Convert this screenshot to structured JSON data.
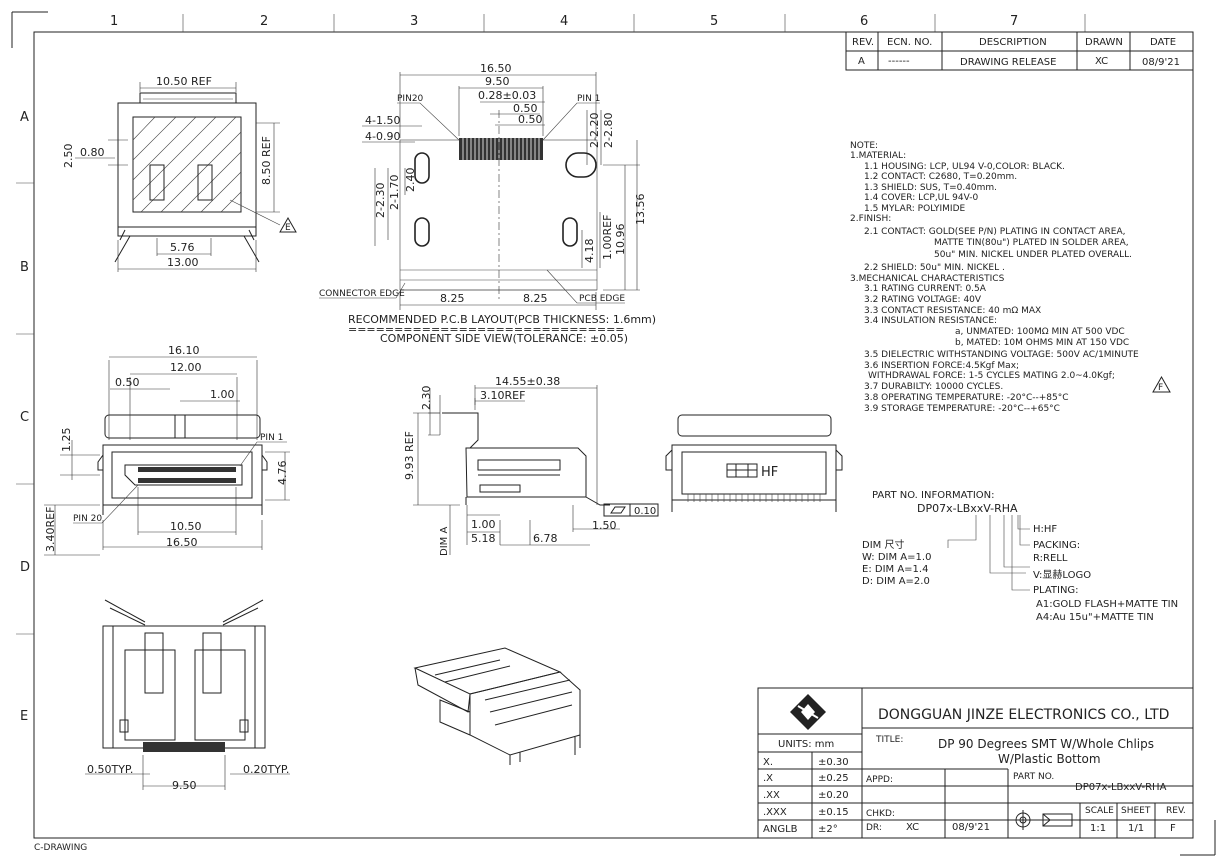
{
  "grid": {
    "top_cols": [
      "1",
      "2",
      "3",
      "4",
      "5",
      "6",
      "7"
    ],
    "rows": [
      "A",
      "B",
      "C",
      "D",
      "E"
    ]
  },
  "revision_block": {
    "headers": [
      "REV.",
      "ECN. NO.",
      "DESCRIPTION",
      "DRAWN",
      "DATE"
    ],
    "row": [
      "A",
      "------",
      "DRAWING RELEASE",
      "XC",
      "08/9'21"
    ]
  },
  "notes": [
    "NOTE:",
    "1.MATERIAL:",
    "1.1  HOUSING: LCP, UL94 V-0,COLOR: BLACK.",
    "1.2  CONTACT: C2680, T=0.20mm.",
    "1.3  SHIELD: SUS, T=0.40mm.",
    "1.4  COVER: LCP,UL 94V-0",
    "1.5  MYLAR: POLYIMIDE",
    "2.FINISH:",
    "2.1  CONTACT: GOLD(SEE P/N) PLATING IN CONTACT AREA,",
    "MATTE TIN(80u\") PLATED IN SOLDER AREA,",
    "50u\" MIN. NICKEL UNDER PLATED OVERALL.",
    "2.2  SHIELD: 50u\" MIN. NICKEL .",
    "3.MECHANICAL CHARACTERISTICS",
    "3.1  RATING CURRENT: 0.5A",
    "3.2  RATING VOLTAGE: 40V",
    "3.3  CONTACT RESISTANCE: 40 mΩ MAX",
    "3.4  INSULATION RESISTANCE:",
    "a, UNMATED: 100MΩ MIN AT 500 VDC",
    "b, MATED:    10M OHMS MIN AT 150 VDC",
    "3.5  DIELECTRIC WITHSTANDING VOLTAGE: 500V AC/1MINUTE",
    "3.6  INSERTION FORCE:4.5Kgf Max;",
    "WITHDRAWAL FORCE: 1-5 CYCLES MATING 2.0~4.0Kgf;",
    "3.7  DURABILTY: 10000 CYCLES.",
    "3.8  OPERATING TEMPERATURE: -20°C--+85°C",
    "3.9  STORAGE TEMPERATURE: -20°C--+65°C"
  ],
  "part_no": {
    "heading": "PART NO. INFORMATION:",
    "code": "DP07x-LBxxV-RHA",
    "hf": "H:HF",
    "packing": "PACKING:",
    "packing_val": "R:RELL",
    "logo": "V:显赫LOGO",
    "plating": "PLATING:",
    "plating_a1": "A1:GOLD FLASH+MATTE TIN",
    "plating_a4": "A4:Au  15u\"+MATTE TIN",
    "dim_head": "DIM  尺寸",
    "dim_w": "W:  DIM  A=1.0",
    "dim_e": "E:  DIM  A=1.4",
    "dim_d": "D:  DIM  A=2.0"
  },
  "pcb": {
    "d1": "16.50",
    "d2": "9.50",
    "d3": "0.28±0.03",
    "d4": "0.50",
    "d5": "0.50",
    "pin20": "PIN20",
    "pin1": "PIN 1",
    "d6": "4-1.50",
    "d7": "4-0.90",
    "d8": "2-2.20",
    "d9": "2-2.80",
    "d10": "2-2.30",
    "d11": "2-1.70",
    "d12": "2.40",
    "d13": "10.96",
    "d14": "13.56",
    "d15": "1.00REF",
    "d16": "4.18",
    "d17": "8.25",
    "d18": "8.25",
    "connector_edge": "CONNECTOR EDGE",
    "pcb_edge": "PCB EDGE",
    "caption": "RECOMMENDED P.C.B LAYOUT(PCB THICKNESS: 1.6mm)",
    "separator": "==============================",
    "caption2": "COMPONENT SIDE VIEW(TOLERANCE: ±0.05)"
  },
  "top_view": {
    "d1": "10.50 REF",
    "d2": "2.50",
    "d3": "0.80",
    "d4": "8.50 REF",
    "d5": "5.76",
    "d6": "13.00",
    "flag": "E"
  },
  "front_view": {
    "d1": "16.10",
    "d2": "12.00",
    "d3": "0.50",
    "d4": "1.00",
    "d5": "1.25",
    "pin1": "PIN 1",
    "d6": "4.76",
    "pin20": "PIN 20",
    "d7": "10.50",
    "d8": "16.50",
    "d9": "3.40REF"
  },
  "side_view": {
    "d1": "14.55±0.38",
    "d2": "3.10REF",
    "d3": "2.30",
    "d4": "9.93 REF",
    "d5": "0.10",
    "d6": "1.00",
    "d7": "5.18",
    "d8": "6.78",
    "d9": "1.50",
    "dima": "DIM A"
  },
  "back_view": {
    "logo_text": "HF"
  },
  "bottom_view": {
    "d1": "0.50TYP.",
    "d2": "0.20TYP.",
    "d3": "9.50"
  },
  "flag_f": "F",
  "title_block": {
    "company": "DONGGUAN  JINZE  ELECTRONICS  CO.,  LTD",
    "units_label": "UNITS:  mm",
    "title_label": "TITLE:",
    "title_line1": "DP  90  Degrees  SMT  W/Whole  Chlips",
    "title_line2": "W/Plastic  Bottom",
    "tolerances": [
      [
        "X.",
        "±0.30"
      ],
      [
        ".X",
        "±0.25"
      ],
      [
        ".XX",
        "±0.20"
      ],
      [
        ".XXX",
        "±0.15"
      ],
      [
        "ANGLB",
        "±2°"
      ]
    ],
    "appd": "APPD:",
    "chkd": "CHKD:",
    "dr": "DR:",
    "dr_name": "XC",
    "dr_date": "08/9'21",
    "part_no_label": "PART  NO.",
    "part_no": "DP07x-LBxxV-RHA",
    "scale_label": "SCALE",
    "sheet_label": "SHEET",
    "rev_label": "REV.",
    "scale": "1:1",
    "sheet": "1/1",
    "rev": "F"
  },
  "footer": "C-DRAWING"
}
